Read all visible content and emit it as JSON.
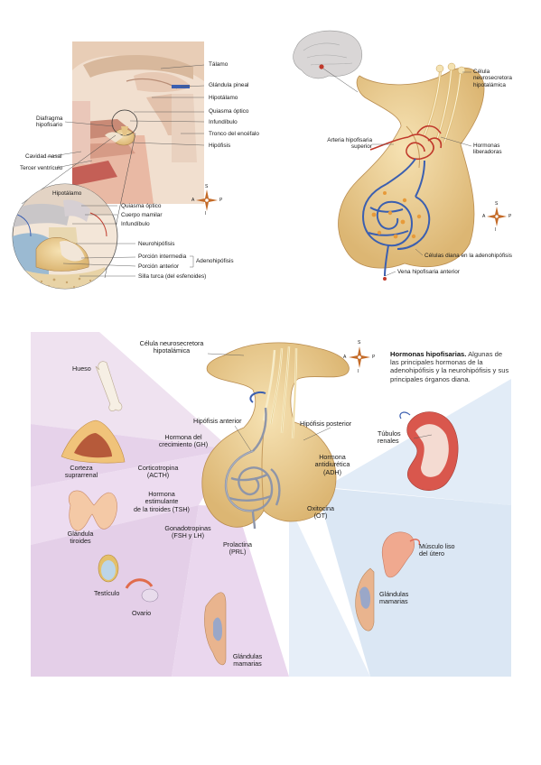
{
  "fig1": {
    "labels": {
      "talamo": "Tálamo",
      "glandula_pineal": "Glándula pineal",
      "hipotalamo": "Hipotálamo",
      "quiasma_optico": "Quiasma óptico",
      "infundibulo": "Infundíbulo",
      "tronco": "Tronco del encéfalo",
      "hipofisis": "Hipófisis",
      "diafragma": "Diafragma\nhipofisario",
      "cavidad_nasal": "Cavidad nasal",
      "tercer_ventriculo": "Tercer ventrículo",
      "hipotalamo_zoom": "Hipotálamo",
      "quiasma_optico_zoom": "Quiasma óptico",
      "cuerpo_mamilar": "Cuerpo mamilar",
      "infundibulo_zoom": "Infundíbulo",
      "neurohipofisis": "Neurohipófisis",
      "porcion_intermedia": "Porción intermedia",
      "porcion_anterior": "Porción anterior",
      "adenohipofisis": "Adenohipófisis",
      "silla_turca": "Silla turca (del esfenoides)"
    }
  },
  "fig2": {
    "labels": {
      "celula": "Célula\nneurosecretora\nhipotalámica",
      "arteria": "Arteria hipofisaria\nsuperior",
      "hormonas_lib": "Hormonas\nliberadoras",
      "celulas_diana": "Células diana en la adenohipófisis",
      "vena": "Vena hipofisaria anterior"
    }
  },
  "fig3": {
    "title_bold": "Hormonas hipofisarias.",
    "title_rest": " Algunas de las principales hormonas de la adenohipófisis y la neurohipófisis y sus principales órganos diana.",
    "labels": {
      "celula": "Célula neurosecretora\nhipotalámica",
      "hueso": "Hueso",
      "hipofisis_anterior": "Hipófisis anterior",
      "hipofisis_posterior": "Hipófisis posterior",
      "gh": "Hormona del\ncrecimiento (GH)",
      "corteza": "Corteza\nsuprarrenal",
      "acth": "Corticotropina\n(ACTH)",
      "tsh": "Hormona\nestimulante\nde la tiroides (TSH)",
      "tiroides": "Glándula\ntiroides",
      "fsh": "Gonadotropinas\n(FSH y LH)",
      "prl": "Prolactina\n(PRL)",
      "testiculo": "Testículo",
      "ovario": "Ovario",
      "mamarias_left": "Glándulas\nmamarias",
      "tubulos": "Túbulos\nrenales",
      "adh": "Hormona\nantidiurética\n(ADH)",
      "ot": "Oxitocina\n(OT)",
      "musculo": "Músculo liso\ndel útero",
      "mamarias_right": "Glándulas\nmamarias"
    }
  },
  "compass": {
    "s": "S",
    "i": "I",
    "a": "A",
    "p": "P"
  },
  "colors": {
    "gland": "#e8c98a",
    "vessel_blue": "#3b5fb0",
    "vessel_red": "#c0392b",
    "purple_bg": "#e8d6ec",
    "blue_bg": "#dde8f4"
  }
}
